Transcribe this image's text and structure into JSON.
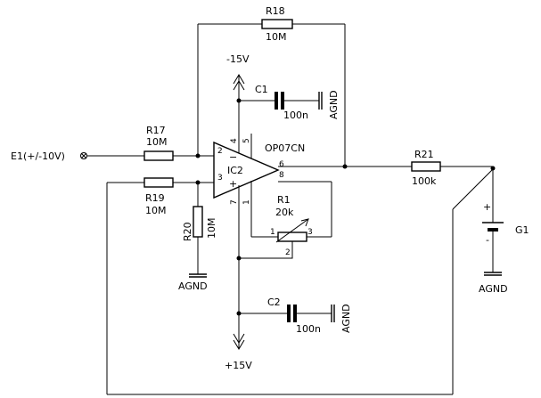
{
  "input": {
    "label": "E1(+/-10V)"
  },
  "opamp": {
    "name": "IC2",
    "part": "OP07CN",
    "pins": {
      "inv": "2",
      "noninv": "3",
      "out": "6",
      "vneg": "4",
      "nc5": "5",
      "vpos": "7",
      "offset1": "1",
      "offset8": "8"
    }
  },
  "supply": {
    "neg": "-15V",
    "pos": "+15V"
  },
  "ground": {
    "label": "AGND"
  },
  "resistors": {
    "R18": {
      "name": "R18",
      "value": "10M"
    },
    "R17": {
      "name": "R17",
      "value": "10M"
    },
    "R19": {
      "name": "R19",
      "value": "10M"
    },
    "R20": {
      "name": "R20",
      "value": "10M"
    },
    "R21": {
      "name": "R21",
      "value": "100k"
    }
  },
  "potentiometer": {
    "name": "R1",
    "value": "20k",
    "pins": {
      "a": "1",
      "b": "3",
      "wiper": "2"
    }
  },
  "capacitors": {
    "C1": {
      "name": "C1",
      "value": "100n"
    },
    "C2": {
      "name": "C2",
      "value": "100n"
    }
  },
  "cell": {
    "name": "G1",
    "plus": "+",
    "minus": "-"
  }
}
